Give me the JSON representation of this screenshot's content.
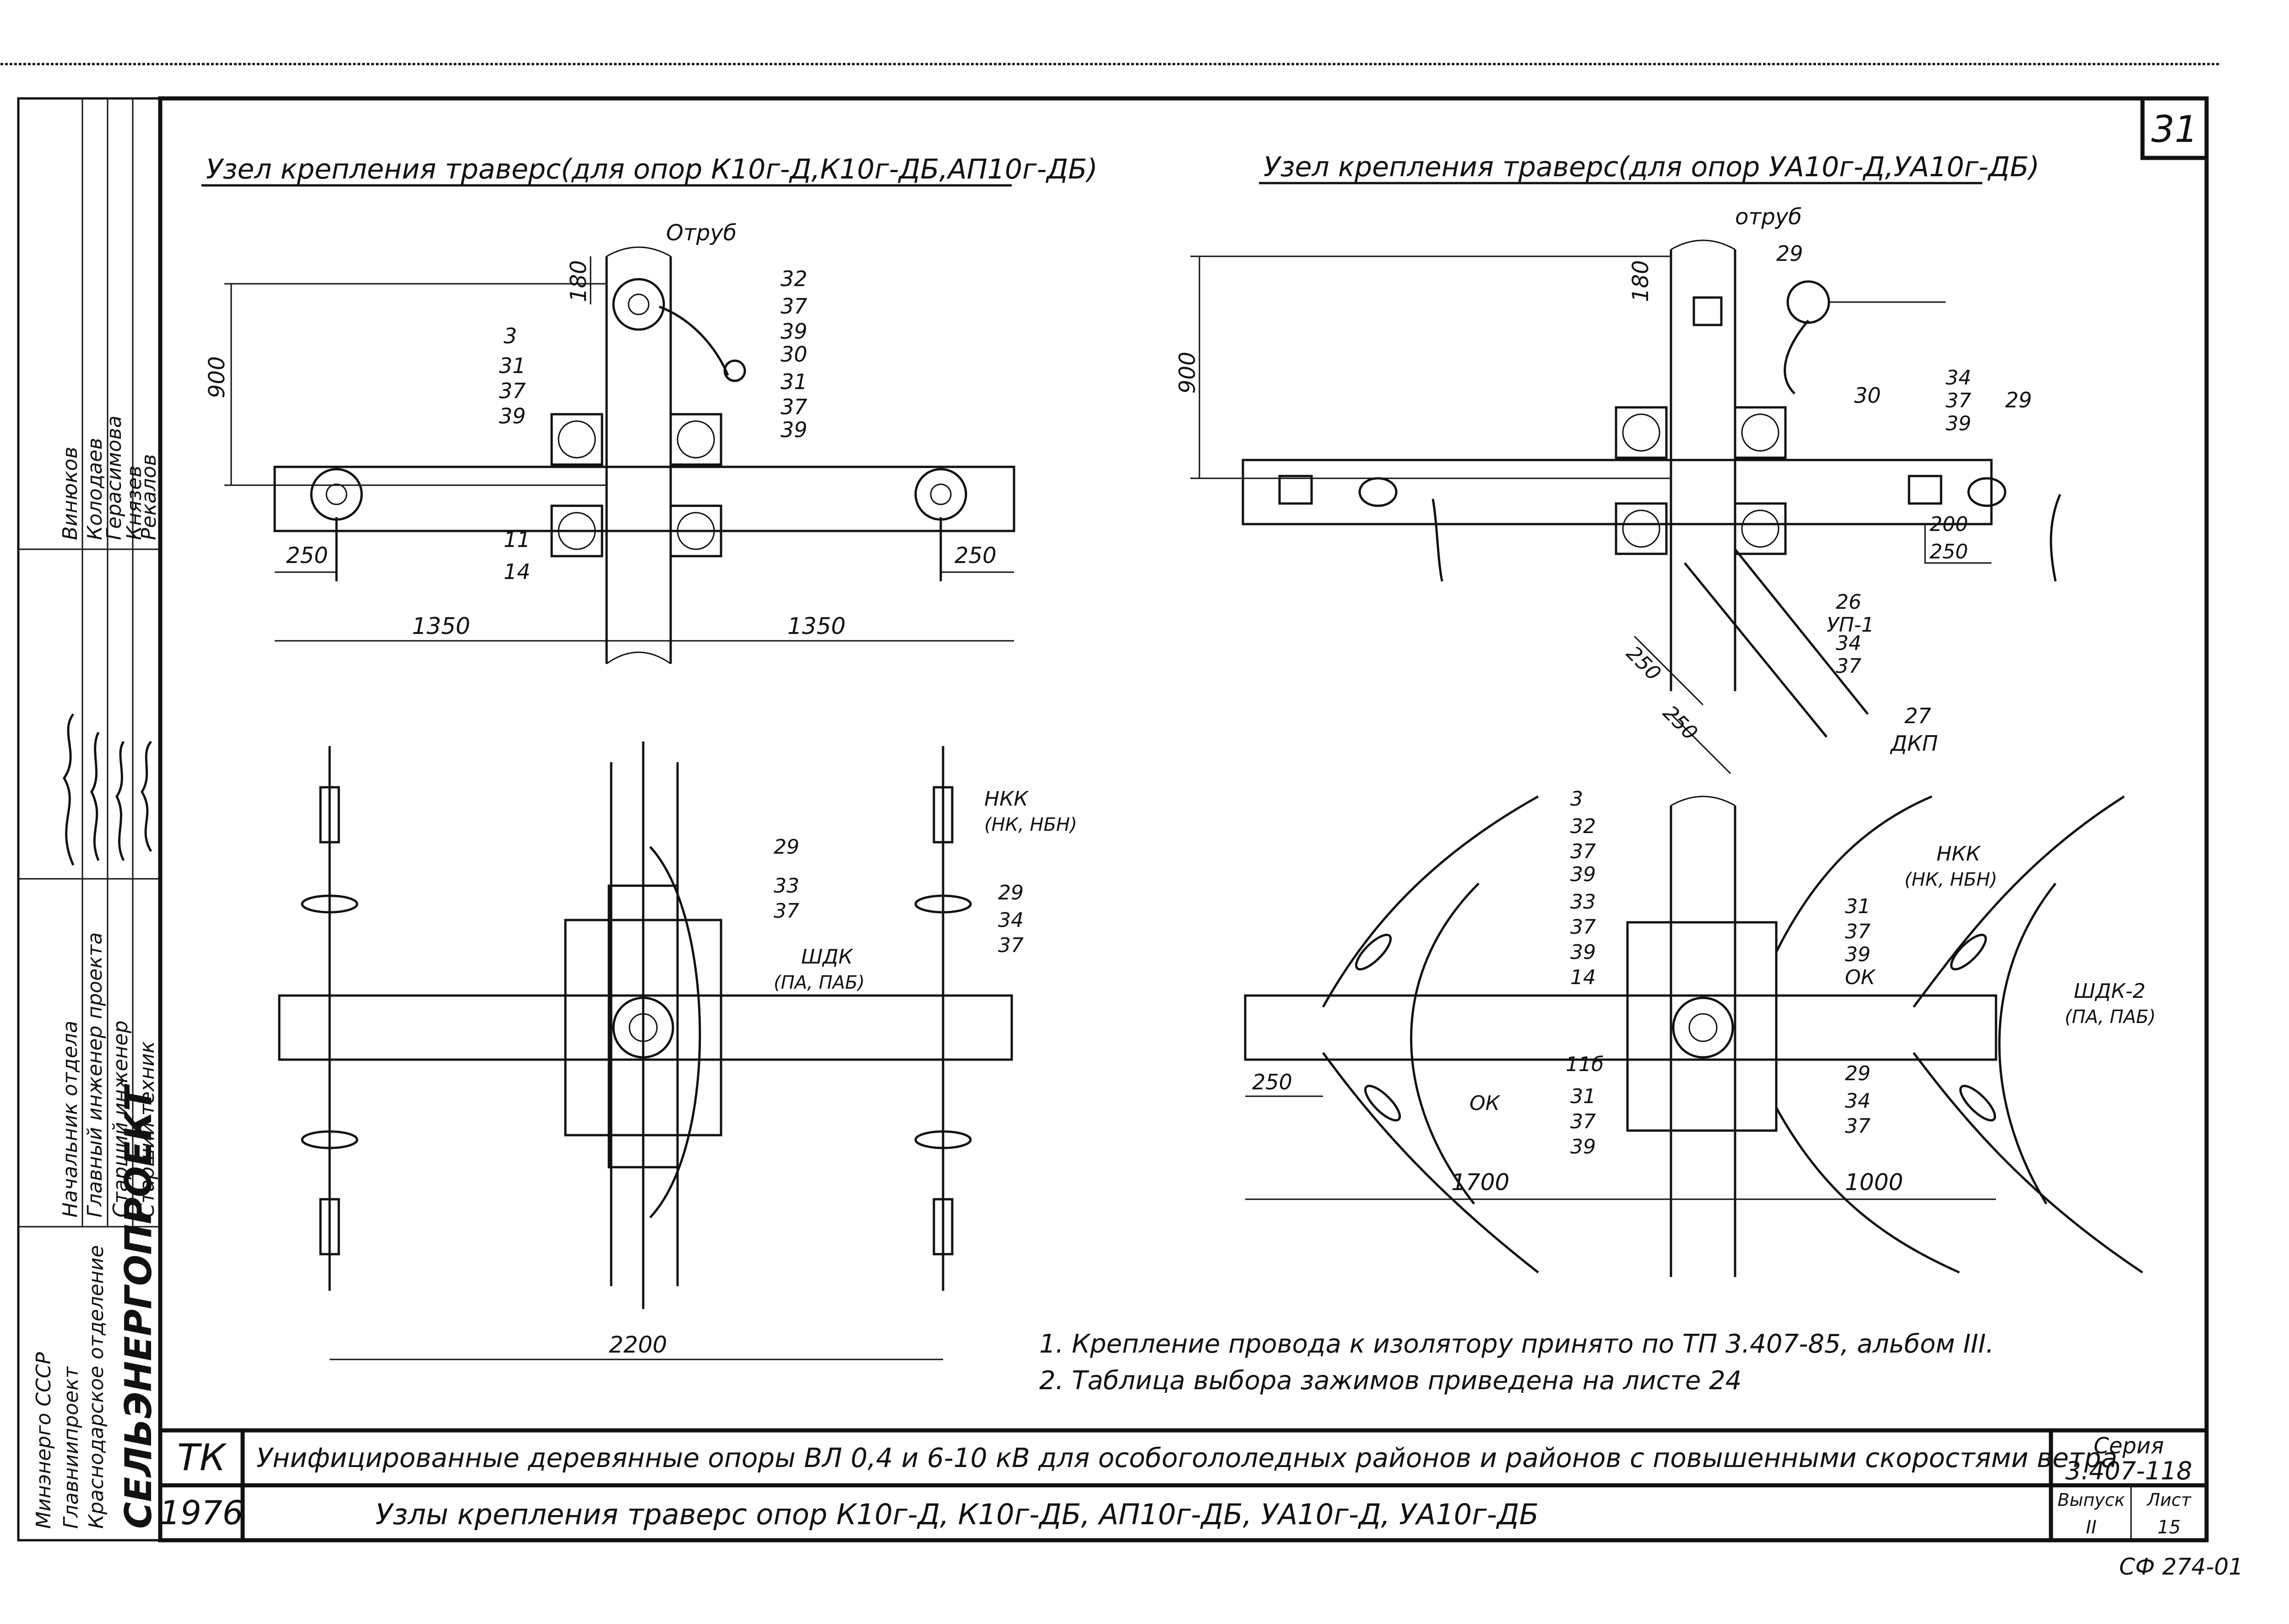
{
  "sheet_number": "31",
  "left_view_title": "Узел крепления траверс(для опор К10г-Д,К10г-ДБ,АП10г-ДБ)",
  "right_view_title": "Узел крепления траверс(для опор УА10г-Д,УА10г-ДБ)",
  "callouts": {
    "otrub": "Отруб",
    "otrub2": "отруб",
    "n3": "3",
    "n31": "31",
    "n37": "37",
    "n39": "39",
    "n32": "32",
    "n30": "30",
    "n11": "11",
    "n14": "14",
    "n29": "29",
    "n33": "33",
    "n34": "34",
    "n26": "26",
    "up1": "УП-1",
    "n27": "27",
    "dkp": "ДКП",
    "nkk": "НКК",
    "nkk_sub": "(НК, НБН)",
    "shdk": "ШДК",
    "shdk_sub": "(ПА, ПАБ)",
    "shdk2": "ШДК-2",
    "ok": "ОК",
    "n11b": "11б"
  },
  "dimensions": {
    "d180": "180",
    "d900": "900",
    "d250": "250",
    "d1350": "1350",
    "d200": "200",
    "d2200": "2200",
    "d1700": "1700",
    "d1000": "1000"
  },
  "notes": [
    "1. Крепление провода к изолятору принято по ТП 3.407-85, альбом III.",
    "2. Таблица выбора зажимов приведена на листе 24"
  ],
  "title_block": {
    "org_lines": [
      "Минэнерго СССР",
      "Главниипроект",
      "Краснодарское отделение"
    ],
    "org_name": "СЕЛЬЭНЕРГОПРОЕКТ",
    "roles": [
      "Начальник отдела",
      "Главный инженер проекта",
      "Старший инженер",
      "Старший техник"
    ],
    "names": [
      "Винюков",
      "Колодаев",
      "Герасимова",
      "Князев",
      "Рекалов"
    ],
    "stamp_code": "ТК",
    "year": "1976",
    "series_label": "Серия",
    "series_value": "3.407-118",
    "issue_label": "Выпуск",
    "issue_value": "II",
    "sheet_label": "Лист",
    "sheet_value": "15",
    "project_title": "Унифицированные деревянные опоры ВЛ 0,4 и 6-10 кВ для особогололедных районов и районов с повышенными скоростями ветра",
    "drawing_title": "Узлы крепления траверс опор К10г-Д,  К10г-ДБ,  АП10г-ДБ,  УА10г-Д,  УА10г-ДБ"
  },
  "archive_code": "СФ 274-01"
}
